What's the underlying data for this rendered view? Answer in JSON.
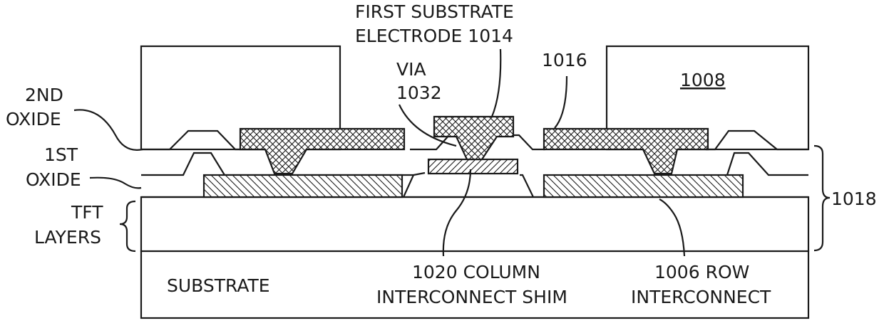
{
  "labels": {
    "first_substrate_electrode_line1": "FIRST SUBSTRATE",
    "first_substrate_electrode_line2": "ELECTRODE 1014",
    "via_line1": "VIA",
    "via_line2": "1032",
    "ref_1016": "1016",
    "ref_1008": "1008",
    "second_oxide_line1": "2ND",
    "second_oxide_line2": "OXIDE",
    "first_oxide_line1": "1ST",
    "first_oxide_line2": "OXIDE",
    "tft_layers_line1": "TFT",
    "tft_layers_line2": "LAYERS",
    "ref_1018": "1018",
    "substrate": "SUBSTRATE",
    "column_shim_line1": "1020 COLUMN",
    "column_shim_line2": "INTERCONNECT SHIM",
    "row_interconnect_line1": "1006 ROW",
    "row_interconnect_line2": "INTERCONNECT"
  }
}
